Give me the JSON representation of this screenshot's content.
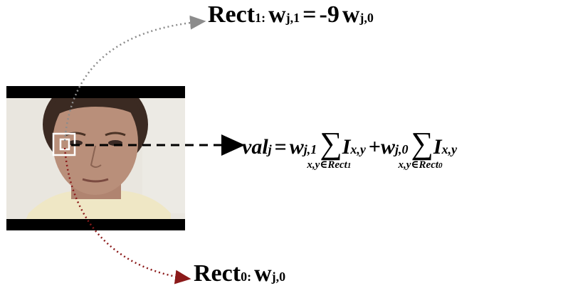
{
  "image": {
    "description_name": "face-photo",
    "colors": {
      "bars": "#000000",
      "background": "#e9e6df",
      "skin": "#b98f7a",
      "hair": "#3b2a22",
      "shirt": "#efe7c5"
    }
  },
  "arrows": {
    "top_color": "#8c8c8c",
    "bottom_color": "#8b1a1a",
    "middle_color": "#000000"
  },
  "rect1_label": {
    "name": "Rect",
    "index": "1",
    "colon": ":",
    "weight": "w",
    "weight_sub": "j,1",
    "eq": "=",
    "coef": "-9",
    "weight2": "w",
    "weight2_sub": "j,0"
  },
  "rect0_label": {
    "name": "Rect",
    "index": "0",
    "colon": ":",
    "weight": "w",
    "weight_sub": "j,0"
  },
  "formula": {
    "lhs": "val",
    "lhs_sub": "j",
    "eq": "=",
    "w1": "w",
    "w1_sub": "j,1",
    "sum": "∑",
    "I": "I",
    "I_sub": "x,y",
    "plus": "+",
    "w0": "w",
    "w0_sub": "j,0",
    "sum1_sub": "x,y∈Rect",
    "sum1_sub_idx": "1",
    "sum0_sub": "x,y∈Rect",
    "sum0_sub_idx": "0"
  }
}
